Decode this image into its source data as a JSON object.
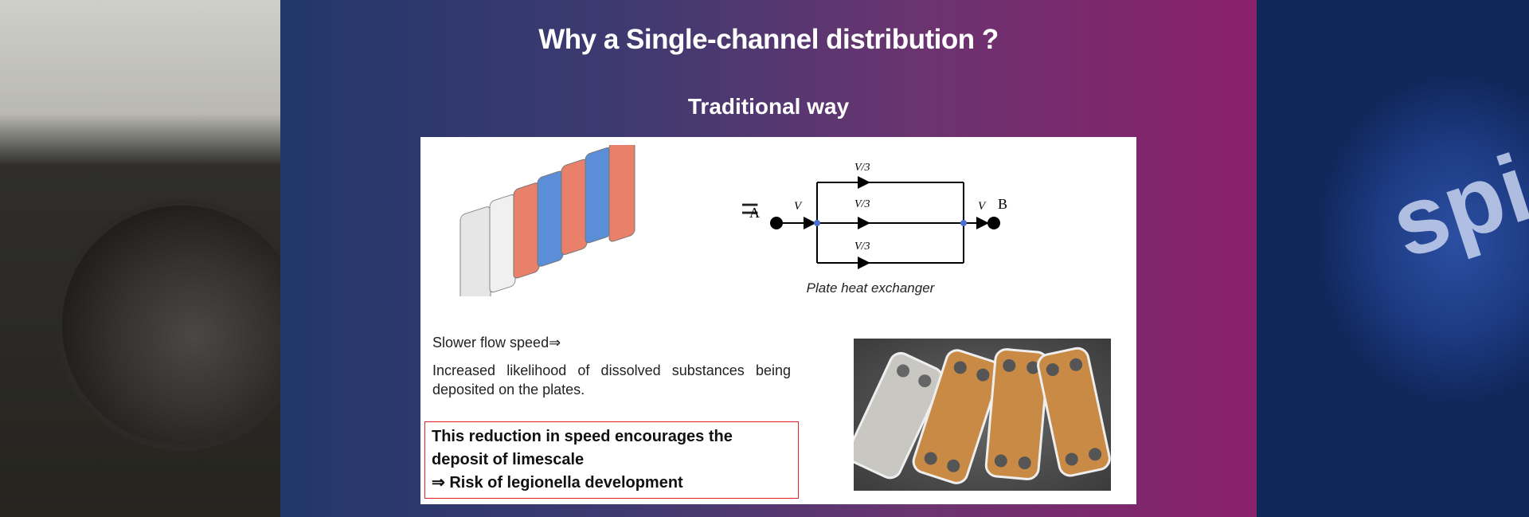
{
  "slide": {
    "title": "Why a Single-channel distribution ?",
    "subtitle": "Traditional way",
    "equals": "=",
    "diagram": {
      "node_a": "A",
      "node_b": "B",
      "inlet_flow": "V",
      "outlet_flow": "V",
      "branch_flows": [
        "V/3",
        "V/3",
        "V/3"
      ],
      "caption": "Plate heat exchanger"
    },
    "flow_heading": "Slower flow speed⇒",
    "flow_paragraph": "Increased likelihood of dissolved substances being deposited on the plates.",
    "warning_lines": [
      "This reduction in speed encourages the",
      "deposit of limescale",
      "⇒ Risk of legionella development"
    ]
  },
  "background_logo_text": "spi",
  "colors": {
    "panel_left": "#22376b",
    "panel_right": "#8a1f6a",
    "warning_border": "#dd2222",
    "plate_red": "#e8806a",
    "plate_blue": "#5b8ed6"
  }
}
